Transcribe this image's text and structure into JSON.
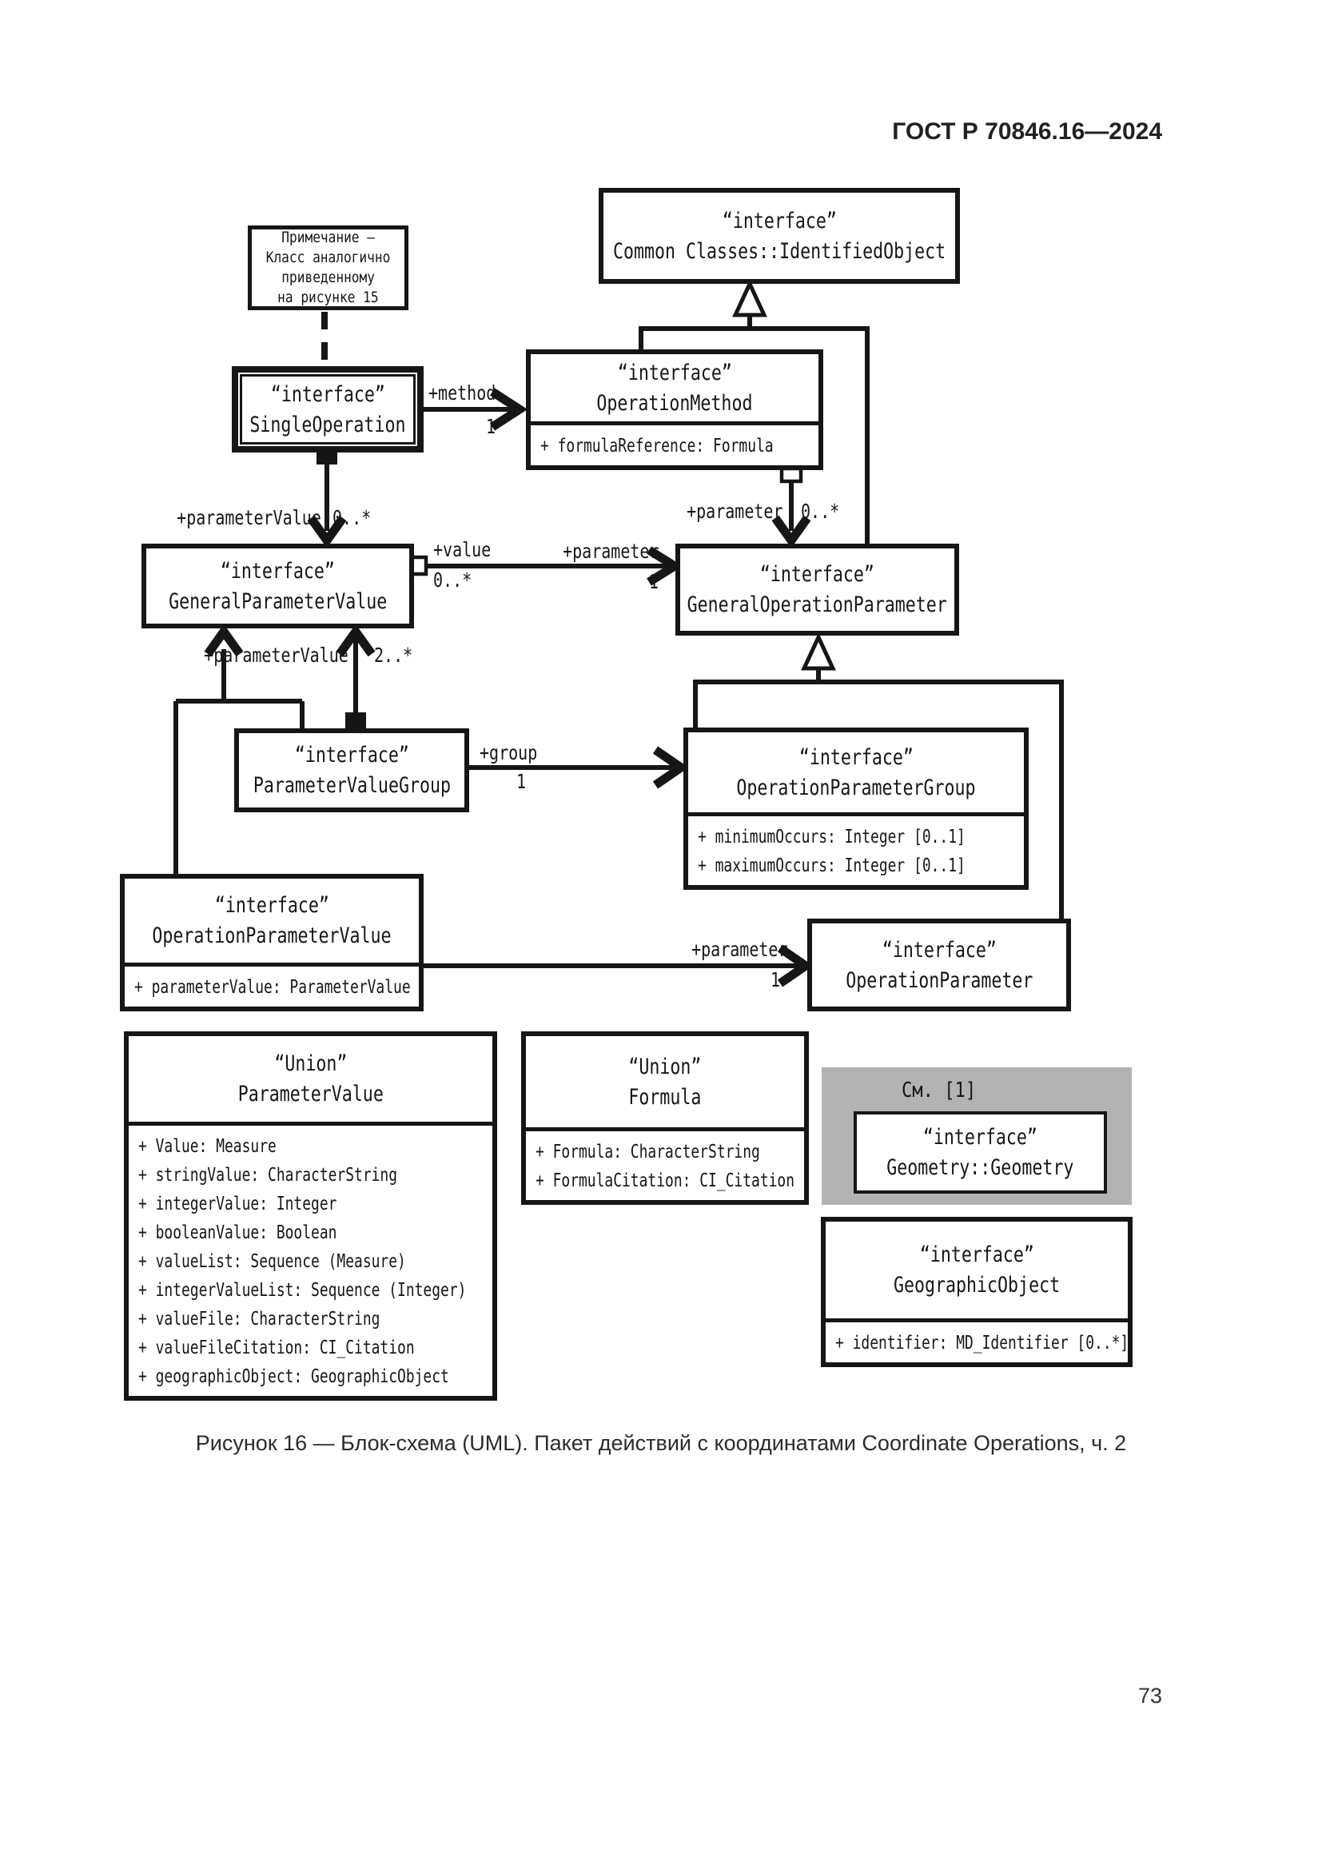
{
  "page": {
    "header": "ГОСТ Р 70846.16—2024",
    "caption": "Рисунок 16 — Блок-схема (UML). Пакет действий с координатами Coordinate Operations, ч. 2",
    "page_number": "73"
  },
  "colors": {
    "ink": "#161616",
    "see_box_bg": "#b2b2b2",
    "paper": "#ffffff"
  },
  "note": {
    "lines": [
      "Примечание —",
      "Класс аналогично",
      "приведенному",
      "на рисунке 15"
    ]
  },
  "boxes": {
    "identified_object": {
      "stereotype": "“interface”",
      "name": "Common Classes::IdentifiedObject"
    },
    "single_operation": {
      "stereotype": "“interface”",
      "name": "SingleOperation"
    },
    "operation_method": {
      "stereotype": "“interface”",
      "name": "OperationMethod",
      "attrs": [
        "+ formulaReference: Formula"
      ]
    },
    "general_parameter_value": {
      "stereotype": "“interface”",
      "name": "GeneralParameterValue"
    },
    "general_operation_parameter": {
      "stereotype": "“interface”",
      "name": "GeneralOperationParameter"
    },
    "parameter_value_group": {
      "stereotype": "“interface”",
      "name": "ParameterValueGroup"
    },
    "operation_parameter_group": {
      "stereotype": "“interface”",
      "name": "OperationParameterGroup",
      "attrs": [
        "+ minimumOccurs: Integer [0..1]",
        "+ maximumOccurs: Integer [0..1]"
      ]
    },
    "operation_parameter_value": {
      "stereotype": "“interface”",
      "name": "OperationParameterValue",
      "attrs": [
        "+ parameterValue: ParameterValue"
      ]
    },
    "operation_parameter": {
      "stereotype": "“interface”",
      "name": "OperationParameter"
    },
    "parameter_value_union": {
      "stereotype": "“Union”",
      "name": "ParameterValue",
      "attrs": [
        "+ Value: Measure",
        "+ stringValue: CharacterString",
        "+ integerValue: Integer",
        "+ booleanValue: Boolean",
        "+ valueList: Sequence (Measure)",
        "+ integerValueList: Sequence (Integer)",
        "+ valueFile: CharacterString",
        "+ valueFileCitation: CI_Citation",
        "+ geographicObject: GeographicObject"
      ]
    },
    "formula_union": {
      "stereotype": "“Union”",
      "name": "Formula",
      "attrs": [
        "+ Formula: CharacterString",
        "+ FormulaCitation: CI_Citation"
      ]
    },
    "see_ref": {
      "label": "См. [1]"
    },
    "geometry": {
      "stereotype": "“interface”",
      "name": "Geometry::Geometry"
    },
    "geographic_object": {
      "stereotype": "“interface”",
      "name": "GeographicObject",
      "attrs": [
        "+ identifier: MD_Identifier [0..*]"
      ]
    }
  },
  "edges": {
    "method": {
      "role": "+method",
      "mult": "1"
    },
    "method_parameter": {
      "role": "+parameter",
      "mult": "0..*"
    },
    "single_parameter_value": {
      "role": "+parameterValue",
      "mult": "0..*"
    },
    "value": {
      "role": "+value",
      "mult": "0..*"
    },
    "value_parameter": {
      "role": "+parameter",
      "mult": "1"
    },
    "group_parameter_value": {
      "role": "+parameterValue",
      "mult": "2..*"
    },
    "group": {
      "role": "+group",
      "mult": "1"
    },
    "opv_parameter": {
      "role": "+parameter",
      "mult": "1"
    }
  }
}
